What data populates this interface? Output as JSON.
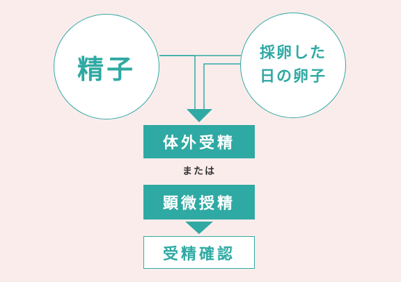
{
  "diagram": {
    "sperm_label": "精子",
    "egg_label_line1": "採卵した",
    "egg_label_line2": "日の卵子",
    "ivf_label": "体外受精",
    "or_label": "または",
    "icsi_label": "顕微授精",
    "result_label": "受精確認"
  },
  "colors": {
    "background": "#fbecec",
    "accent": "#2fa9a3",
    "node_fill": "#ffffff",
    "or_text": "#333333"
  }
}
